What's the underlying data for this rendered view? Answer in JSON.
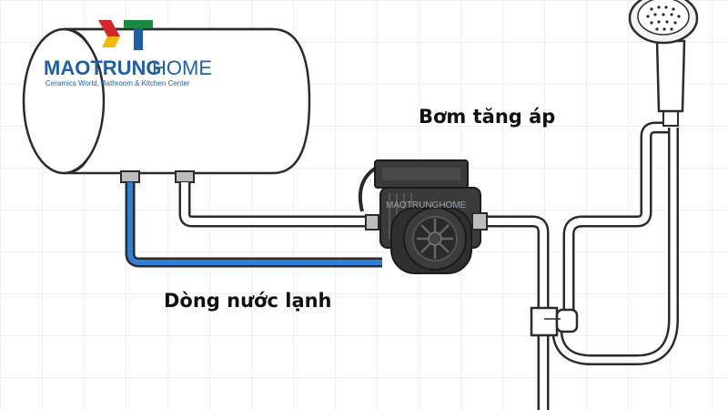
{
  "brand": {
    "name_part1": "MAOTRUNG",
    "name_part2": "HOME",
    "tagline": "Ceramics World, Bathroom & Kitchen Center",
    "pump_watermark": "MAOTRUNGHOME"
  },
  "labels": {
    "pump": "Bơm tăng áp",
    "cold_water": "Dòng nước lạnh"
  },
  "colors": {
    "background": "#ffffff",
    "grid": "#e6e6e6",
    "outline": "#2b2b2b",
    "cold_water": "#2f7fd6",
    "pipe_fill": "#ffffff",
    "pump_body": "#3a3a3a",
    "logo_blue": "#1f5fa8",
    "logo_red": "#d6242b",
    "logo_green": "#1a8a43",
    "logo_yellow": "#f2b705"
  },
  "icons": [
    "water-heater-tank",
    "booster-pump",
    "shower-head",
    "pipe-tee-fitting",
    "brand-logo-mark"
  ]
}
